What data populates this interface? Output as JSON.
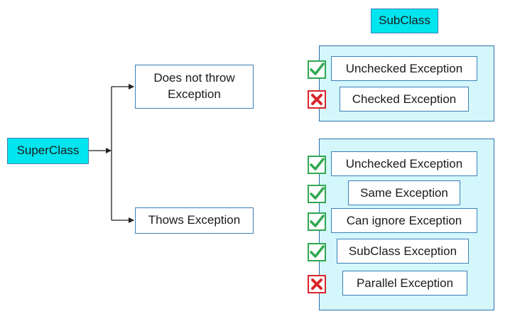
{
  "superclass": {
    "label": "SuperClass"
  },
  "subclass_header": {
    "label": "SubClass"
  },
  "branches": {
    "no_throw": {
      "label": "Does not throw\nException"
    },
    "throws": {
      "label": "Thows Exception"
    }
  },
  "groups": {
    "no_throw": {
      "items": [
        {
          "label": "Unchecked Exception",
          "status": "allowed",
          "icon": "check-icon"
        },
        {
          "label": "Checked Exception",
          "status": "not-allowed",
          "icon": "cross-icon"
        }
      ]
    },
    "throws": {
      "items": [
        {
          "label": "Unchecked Exception",
          "status": "allowed",
          "icon": "check-icon"
        },
        {
          "label": "Same Exception",
          "status": "allowed",
          "icon": "check-icon"
        },
        {
          "label": "Can ignore Exception",
          "status": "allowed",
          "icon": "check-icon"
        },
        {
          "label": "SubClass Exception",
          "status": "allowed",
          "icon": "check-icon"
        },
        {
          "label": "Parallel Exception",
          "status": "not-allowed",
          "icon": "cross-icon"
        }
      ]
    }
  },
  "colors": {
    "header_fill": "#00e5ee",
    "group_fill": "#d4f7fb",
    "border": "#3a7fb7",
    "check": "#2fa84f",
    "cross": "#d9252a"
  }
}
